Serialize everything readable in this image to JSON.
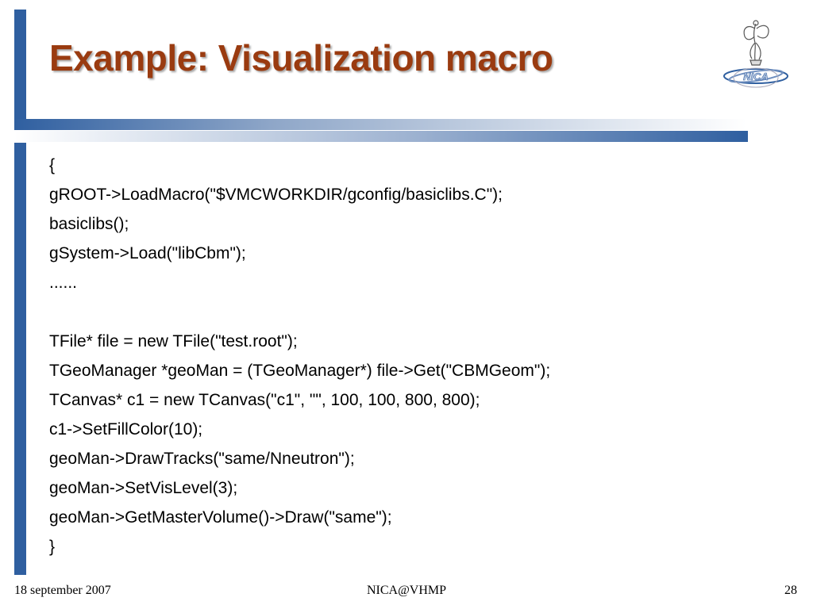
{
  "slide": {
    "title": "Example: Visualization macro",
    "code_lines": [
      "{",
      "gROOT->LoadMacro(\"$VMCWORKDIR/gconfig/basiclibs.C\");",
      "basiclibs();",
      "gSystem->Load(\"libCbm\");",
      "......",
      "",
      "TFile* file = new TFile(\"test.root\");",
      "TGeoManager *geoMan = (TGeoManager*) file->Get(\"CBMGeom\");",
      "TCanvas* c1 = new TCanvas(\"c1\", \"\", 100, 100, 800, 800);",
      "c1->SetFillColor(10);",
      "geoMan->DrawTracks(\"same/Nneutron\");",
      "geoMan->SetVisLevel(3);",
      "geoMan->GetMasterVolume()->Draw(\"same\");",
      "}"
    ]
  },
  "logo": {
    "text": "NICA",
    "icon": "nica-logo-icon"
  },
  "footer": {
    "date": "18 september 2007",
    "center": "NICA@VHMP",
    "page_number": "28"
  },
  "colors": {
    "accent_blue": "#2f5fa0",
    "title": "#9a3b10"
  }
}
